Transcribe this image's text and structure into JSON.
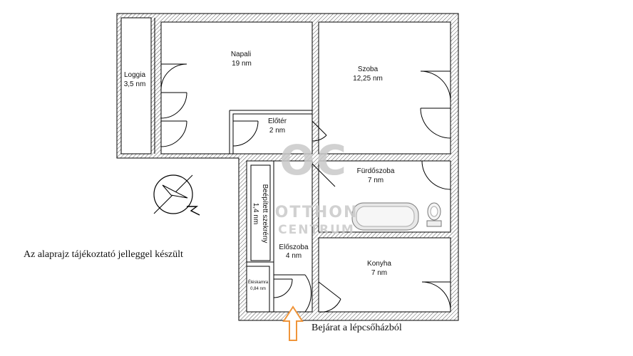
{
  "rooms": {
    "napali": {
      "name": "Napali",
      "area": "19 nm"
    },
    "szoba": {
      "name": "Szoba",
      "area": "12,25 nm"
    },
    "loggia": {
      "name": "Loggia",
      "area": "3,5 nm"
    },
    "eloter": {
      "name": "Előtér",
      "area": "2 nm"
    },
    "furdoszoba": {
      "name": "Fürdőszoba",
      "area": "7 nm"
    },
    "beepitett": {
      "name": "Beépített szekrény",
      "area": "1,4 nm"
    },
    "eloszoba": {
      "name": "Előszoba",
      "area": "4 nm"
    },
    "konyha": {
      "name": "Konyha",
      "area": "7 nm"
    },
    "eleskamra": {
      "name": "Éléskamra",
      "area": "0,84 nm"
    }
  },
  "note": "Az alaprajz tájékoztató jelleggel készült",
  "entrance_label": "Bejárat a lépcsőházból",
  "watermark": {
    "logo": "OC",
    "line1": "OTTHON",
    "line2": "CENTRUM"
  },
  "colors": {
    "entrance_arrow": "#f0953a",
    "watermark": "#c9c9c9"
  },
  "icons": {
    "compass": "north-arrow-icon",
    "entrance": "arrow-up-icon"
  }
}
